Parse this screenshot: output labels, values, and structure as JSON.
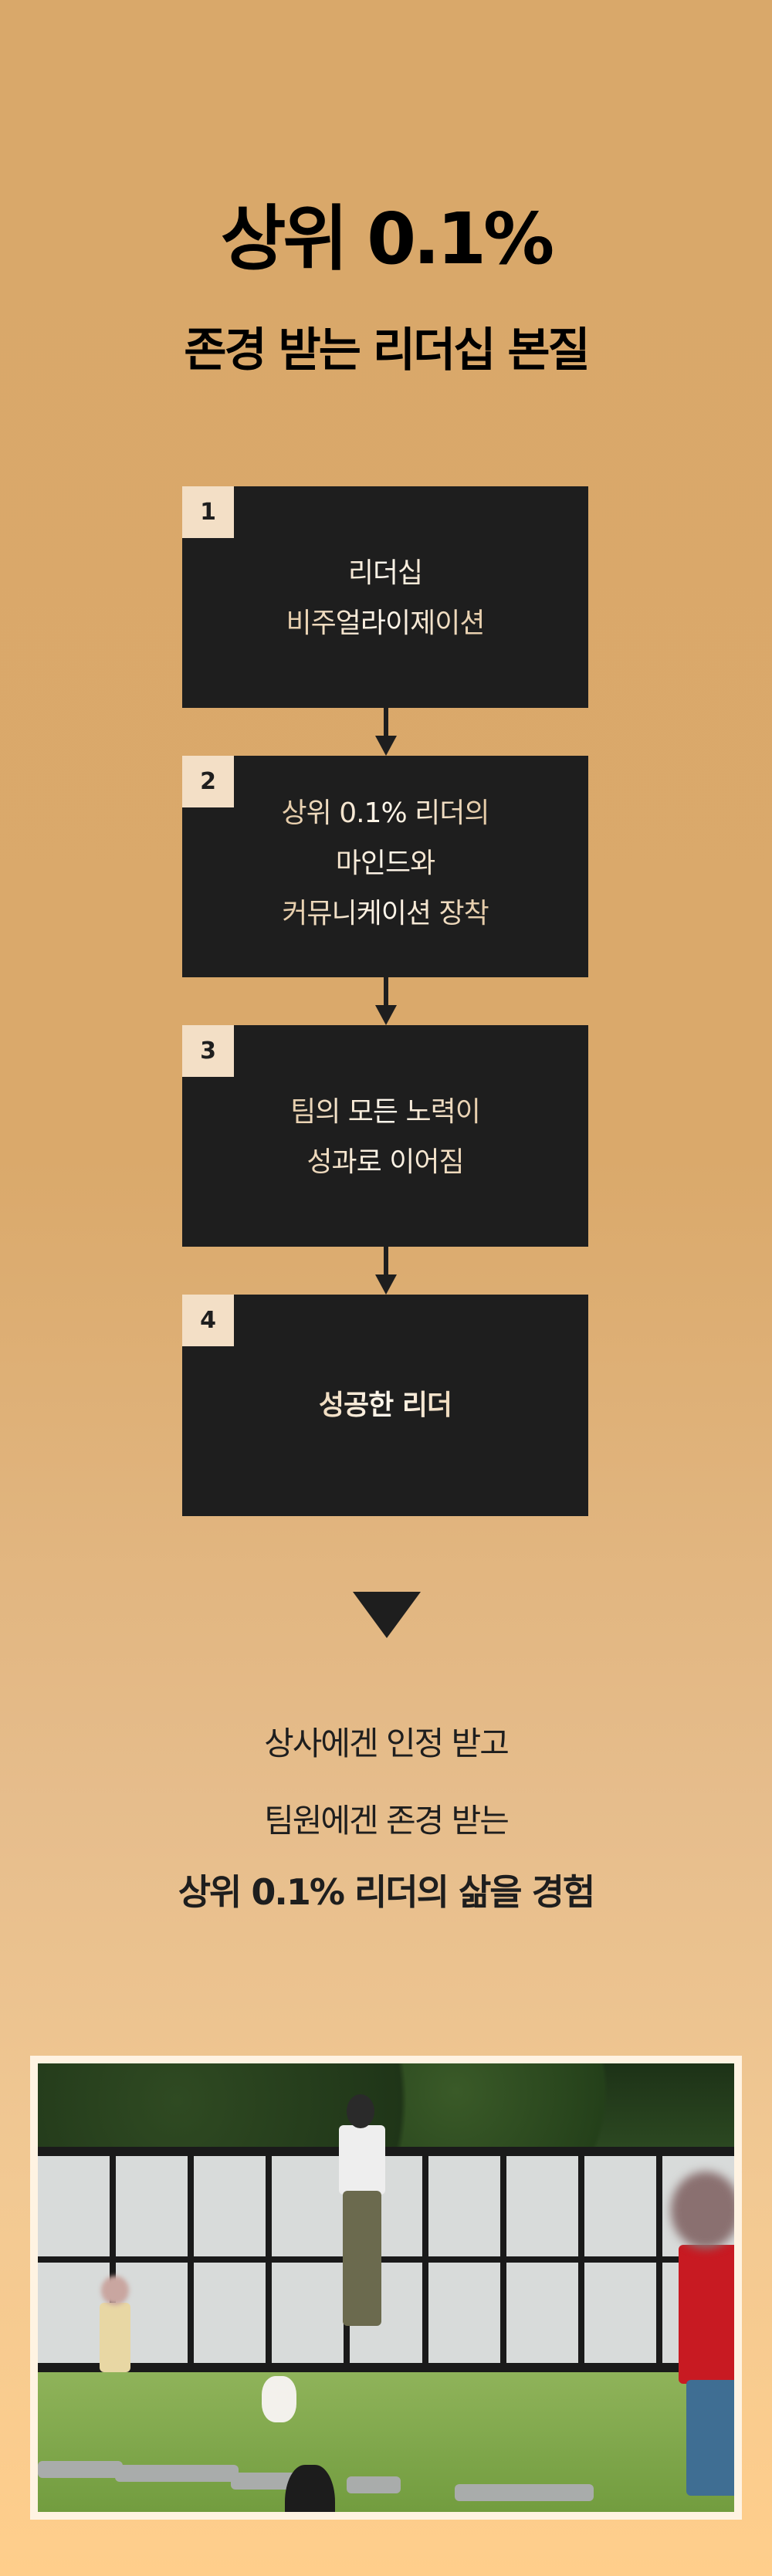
{
  "header": {
    "title_line1": "상위 0.1%",
    "title_line2": "존경 받는 리더십 본질"
  },
  "steps": [
    {
      "number": "1",
      "lines": [
        "리더십",
        "비주얼라이제이션"
      ]
    },
    {
      "number": "2",
      "lines": [
        "상위 0.1% 리더의",
        "마인드와",
        "커뮤니케이션 장착"
      ]
    },
    {
      "number": "3",
      "lines": [
        "팀의 모든 노력이",
        "성과로 이어짐"
      ]
    },
    {
      "number": "4",
      "lines": [
        "성공한 리더"
      ]
    }
  ],
  "result": {
    "line1": "상사에겐 인정 받고",
    "line2": "팀원에겐 존경 받는",
    "line3": "상위 0.1% 리더의 삶을 경험"
  },
  "colors": {
    "box": "#1e1e1e",
    "badge": "#f3dfc6",
    "gold": "#c9a06a"
  }
}
